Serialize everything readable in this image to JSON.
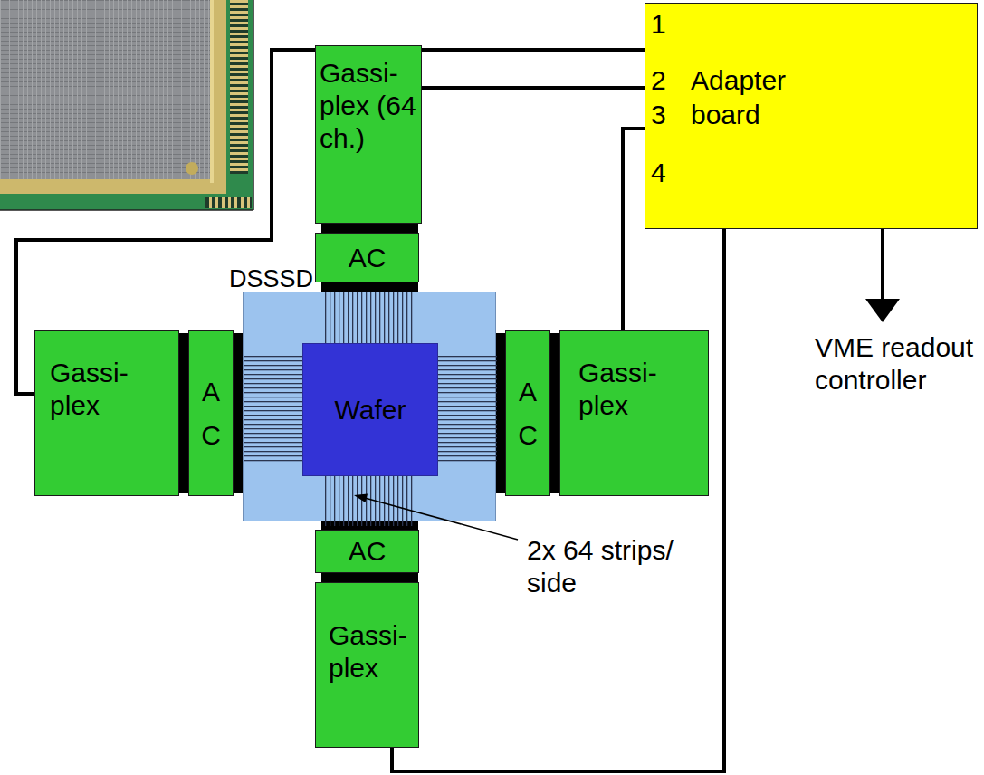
{
  "diagram": {
    "nodes": [
      {
        "text": [
          "Gassi- plex (64 ch.)"
        ]
      },
      {
        "text": [
          "1",
          "2",
          "3",
          "4",
          "Adapter board"
        ]
      },
      {
        "text": [
          "AC"
        ]
      },
      {
        "text": [
          "DSSSD"
        ]
      },
      {
        "text": [
          "Wafer"
        ],
        "in": 3
      },
      {
        "text": [
          "Gassi- plex"
        ]
      },
      {
        "text": [
          "A C"
        ]
      },
      {
        "text": [
          "A C"
        ]
      },
      {
        "text": [
          "Gassi- plex"
        ]
      },
      {
        "text": [
          "AC"
        ]
      },
      {
        "text": [
          "Gassi- plex"
        ]
      }
    ],
    "edges": [
      {
        "from": 5,
        "to": 1,
        "arrow": "none"
      },
      {
        "from": 0,
        "to": 1,
        "arrow": "none"
      },
      {
        "from": 8,
        "to": 1,
        "arrow": "none"
      },
      {
        "from": 10,
        "to": 1,
        "arrow": "none"
      }
    ],
    "labels": [
      "VME readout controller",
      "2x 64 strips/ side"
    ]
  }
}
